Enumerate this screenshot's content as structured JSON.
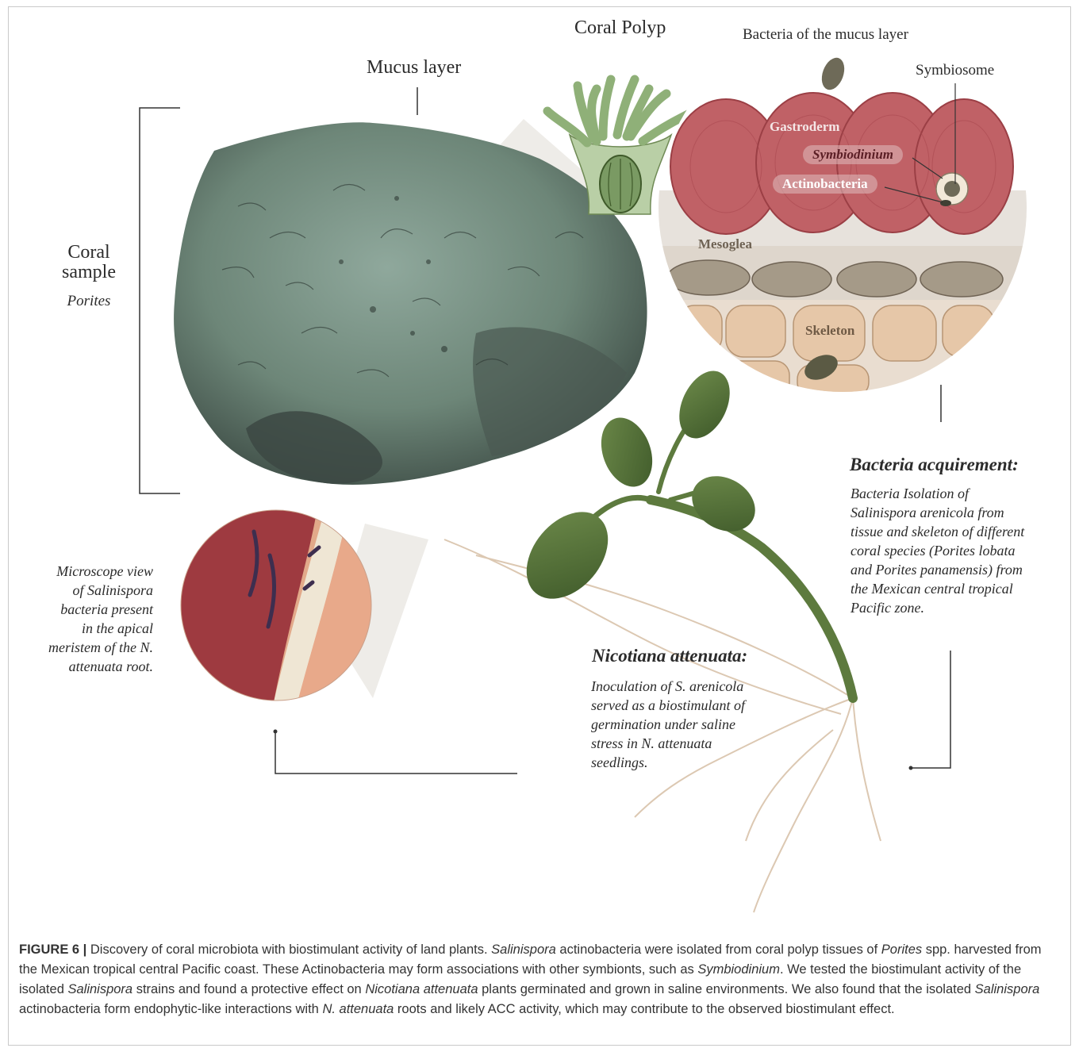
{
  "labels": {
    "coral_polyp": "Coral Polyp",
    "mucus_bacteria": "Bacteria of the mucus layer",
    "mucus_layer": "Mucus layer",
    "symbiosome": "Symbiosome",
    "gastroderm": "Gastroderm",
    "symbiodinium": "Symbiodinium",
    "actinobacteria": "Actinobacteria",
    "mesoglea": "Mesoglea",
    "skeleton": "Skeleton",
    "coral_sample_line1": "Coral",
    "coral_sample_line2": "sample",
    "porites": "Porites"
  },
  "microscope_text": [
    "Microscope view",
    "of Salinispora",
    "bacteria present",
    "in the apical",
    "meristem of the N.",
    "attenuata root."
  ],
  "bacteria_acquirement": {
    "heading": "Bacteria acquirement:",
    "lines": [
      "Bacteria Isolation of",
      "Salinispora arenicola from",
      "tissue and skeleton of different",
      "coral species (Porites lobata",
      "and Porites panamensis) from",
      "the Mexican central tropical",
      "Pacific zone."
    ]
  },
  "nicotiana": {
    "heading": "Nicotiana attenuata:",
    "lines": [
      "Inoculation of S. arenicola",
      "served as a biostimulant of",
      "germination under saline",
      "stress in N. attenuata",
      "seedlings."
    ]
  },
  "caption": {
    "label": "FIGURE 6 |",
    "p1": " Discovery of coral microbiota with biostimulant activity of land plants. ",
    "i1": "Salinispora",
    "p2": " actinobacteria were isolated from coral polyp tissues of ",
    "i2": "Porites",
    "p3": " spp. harvested from the Mexican tropical central Pacific coast. These Actinobacteria may form associations with other symbionts, such as ",
    "i3": "Symbiodinium",
    "p4": ". We tested the biostimulant activity of the isolated ",
    "i4": "Salinispora",
    "p5": " strains and found a protective effect on ",
    "i5": "Nicotiana attenuata",
    "p6": " plants germinated and grown in saline environments. We also found that the isolated ",
    "i6": "Salinispora",
    "p7": " actinobacteria form endophytic-like interactions with ",
    "i7": "N. attenuata",
    "p8": " roots and likely ACC activity, which may contribute to the observed biostimulant effect."
  }
}
